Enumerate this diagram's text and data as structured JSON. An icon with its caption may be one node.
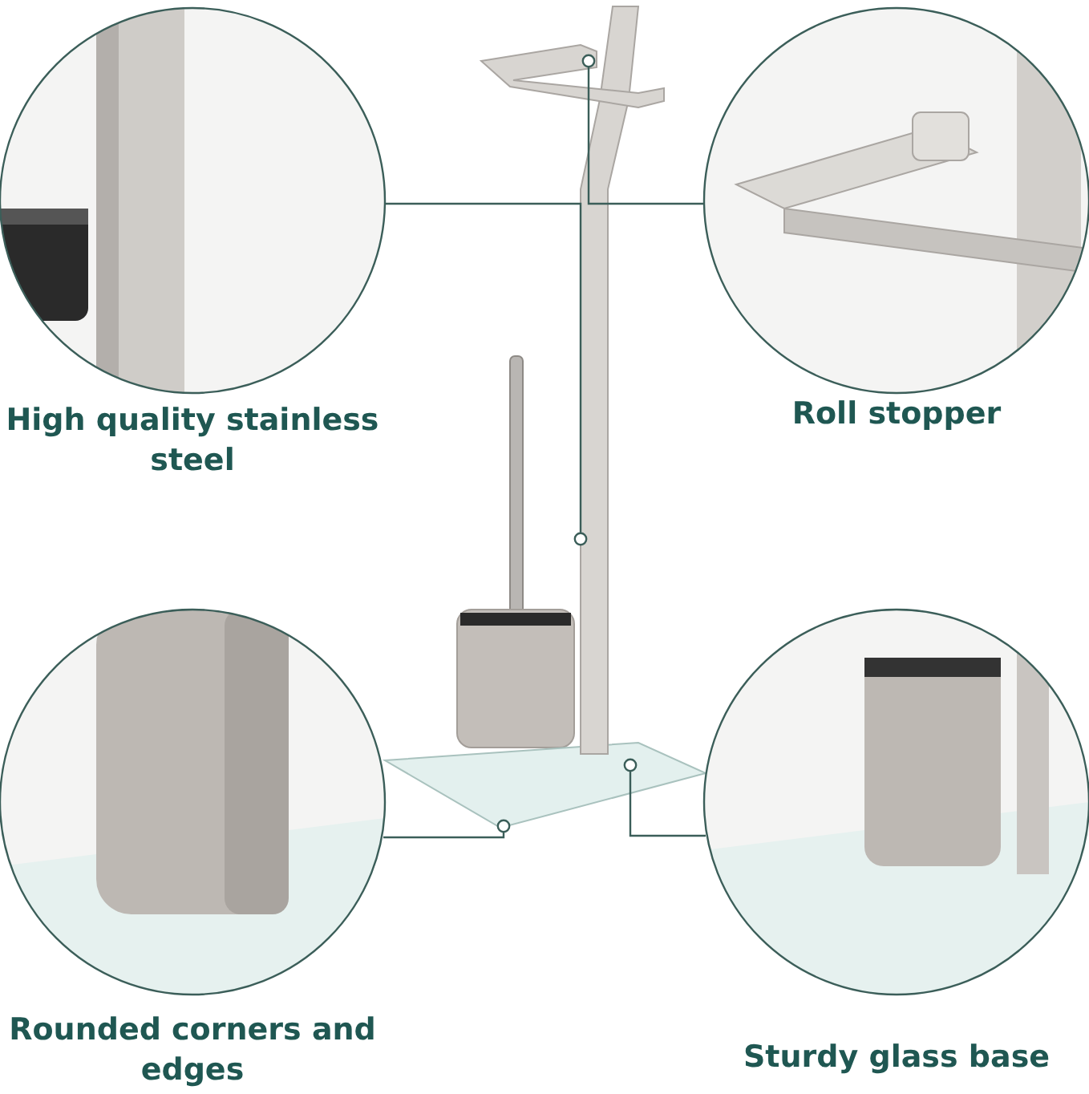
{
  "diagram": {
    "nodes": [
      {
        "text": [
          "High quality stainless steel"
        ]
      },
      {
        "text": [
          "Roll stopper"
        ]
      },
      {
        "text": [
          "Rounded corners and edges"
        ]
      },
      {
        "text": [
          "Sturdy glass base"
        ]
      },
      {
        "text": [],
        "shape": "picture"
      },
      {
        "text": [],
        "shape": "picture"
      },
      {
        "text": [],
        "shape": "picture"
      }
    ],
    "edges": [
      {
        "from": 0,
        "to": 5,
        "arrow": "other"
      },
      {
        "from": 1,
        "to": 4,
        "arrow": "other"
      },
      {
        "from": 2,
        "to": 6,
        "arrow": "other"
      },
      {
        "from": 3,
        "to": 6,
        "arrow": "other"
      }
    ]
  }
}
